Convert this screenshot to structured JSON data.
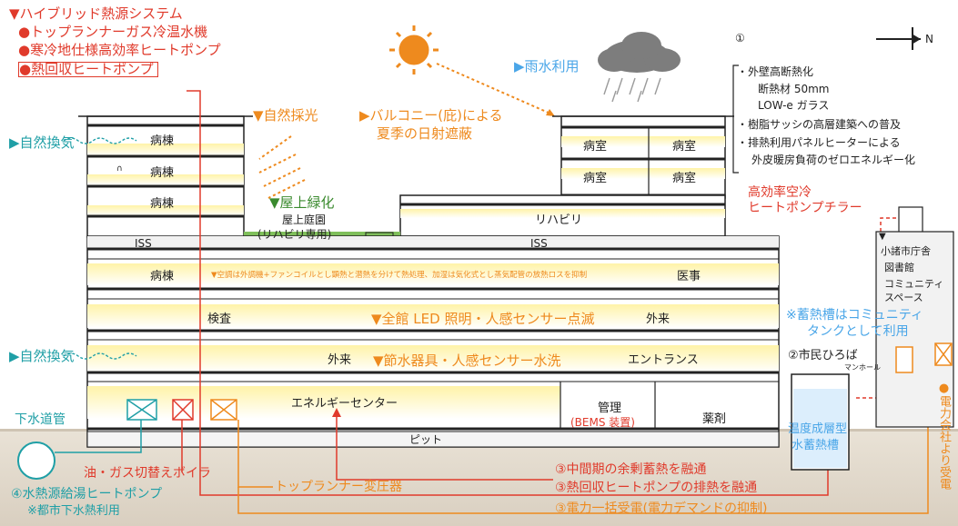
{
  "legend": {
    "hybrid_title": "▼ハイブリッド熱源システム",
    "hybrid_items": [
      "●トップランナーガス冷温水機",
      "●寒冷地仕様高効率ヒートポンプ",
      "●熱回収ヒートポンプ"
    ]
  },
  "top": {
    "natural_light": "▼自然採光",
    "balcony_1": "▶バルコニー(庇)による",
    "balcony_2": "夏季の日射遮蔽",
    "rain": "▶雨水利用",
    "north": "N"
  },
  "note1": {
    "num": "①",
    "lines": [
      "・外壁高断熱化",
      "断熱材 50mm",
      "LOW-e ガラス",
      "・樹脂サッシの高層建築への普及",
      "・排熱利用パネルヒーターによる",
      "外皮暖房負荷のゼロエネルギー化"
    ]
  },
  "chiller": [
    "高効率空冷",
    "ヒートポンプチラー"
  ],
  "civic": {
    "marker": "▼",
    "lines": [
      "小諸市庁舎",
      "図書館",
      "コミュニティ",
      "スペース"
    ]
  },
  "storage_note": [
    "※蓄熱槽はコミュニティ",
    "タンクとして利用"
  ],
  "plaza": "②市民ひろば",
  "manhole": "マンホール",
  "tank": [
    "温度成層型",
    "水蓄熱槽"
  ],
  "power_vertical": "●電力会社より受電",
  "rooms": {
    "ward1": "病棟",
    "ward2": "病棟",
    "ward3": "病棟",
    "ward4": "病棟",
    "room1": "病室",
    "room2": "病室",
    "room3": "病室",
    "room4": "病室",
    "roof_green": "▼屋上緑化",
    "roof_garden": "屋上庭園",
    "roof_garden_sub": "(リハビリ専用)",
    "rehab": "リハビリ",
    "iss1": "ISS",
    "iss2": "ISS",
    "ac_note": "▼空調は外調機+ファンコイルとし顕熱と潜熱を分けて熱処理、加湿は気化式とし蒸気配管の放熱ロスを抑制",
    "medical": "医事",
    "inspection": "検査",
    "led": "▼全館 LED 照明・人感センサー点滅",
    "outpatient1": "外来",
    "outpatient2": "外来",
    "water_saving": "▼節水器具・人感センサー水洗",
    "entrance": "エントランス",
    "energy_center": "エネルギーセンター",
    "management": "管理",
    "bems": "(BEMS 装置)",
    "pharmacy": "薬剤",
    "pit": "ピット"
  },
  "vent1": "▶自然換気",
  "vent2": "▶自然換気",
  "sewer": "下水道管",
  "bottom": {
    "boiler": "油・ガス切替えボイラ",
    "transformer": "トップランナー変圧器",
    "sewer_hp": "④水熱源給湯ヒートポンプ",
    "sewer_hp_sub": "※都市下水熱利用",
    "flow1": "③中間期の余剰蓄熱を融通",
    "flow2": "③熱回収ヒートポンプの排熱を融通",
    "flow3": "③電力一括受電(電力デマンドの抑制)"
  },
  "colors": {
    "red": "#e03a2b",
    "orange": "#ee8a1e",
    "teal": "#1f9fa6",
    "blue": "#4aa6e8",
    "green": "#3a8a2e",
    "floor_glow": "#fff4b8",
    "ground": "#e6ded2"
  }
}
